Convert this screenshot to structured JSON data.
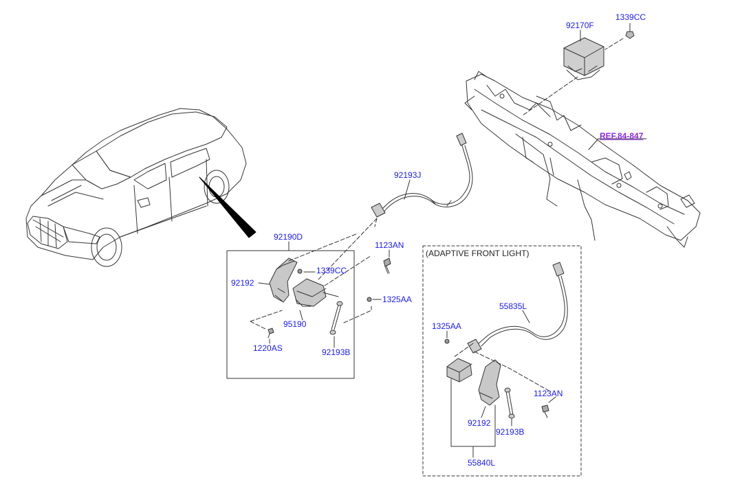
{
  "diagram": {
    "section_heading": "(ADAPTIVE FRONT LIGHT)",
    "ref_label": "REF.84-847",
    "callouts": {
      "c_92170F": "92170F",
      "c_1339CC_top": "1339CC",
      "c_92193J": "92193J",
      "c_92190D": "92190D",
      "c_1123AN_mid": "1123AN",
      "c_92192_left": "92192",
      "c_1339CC_box": "1339CC",
      "c_1325AA_mid": "1325AA",
      "c_95190": "95190",
      "c_1220AS": "1220AS",
      "c_92193B_left": "92193B",
      "c_55835L": "55835L",
      "c_1325AA_right": "1325AA",
      "c_1123AN_right": "1123AN",
      "c_92192_right": "92192",
      "c_92193B_right": "92193B",
      "c_55840L": "55840L"
    }
  }
}
